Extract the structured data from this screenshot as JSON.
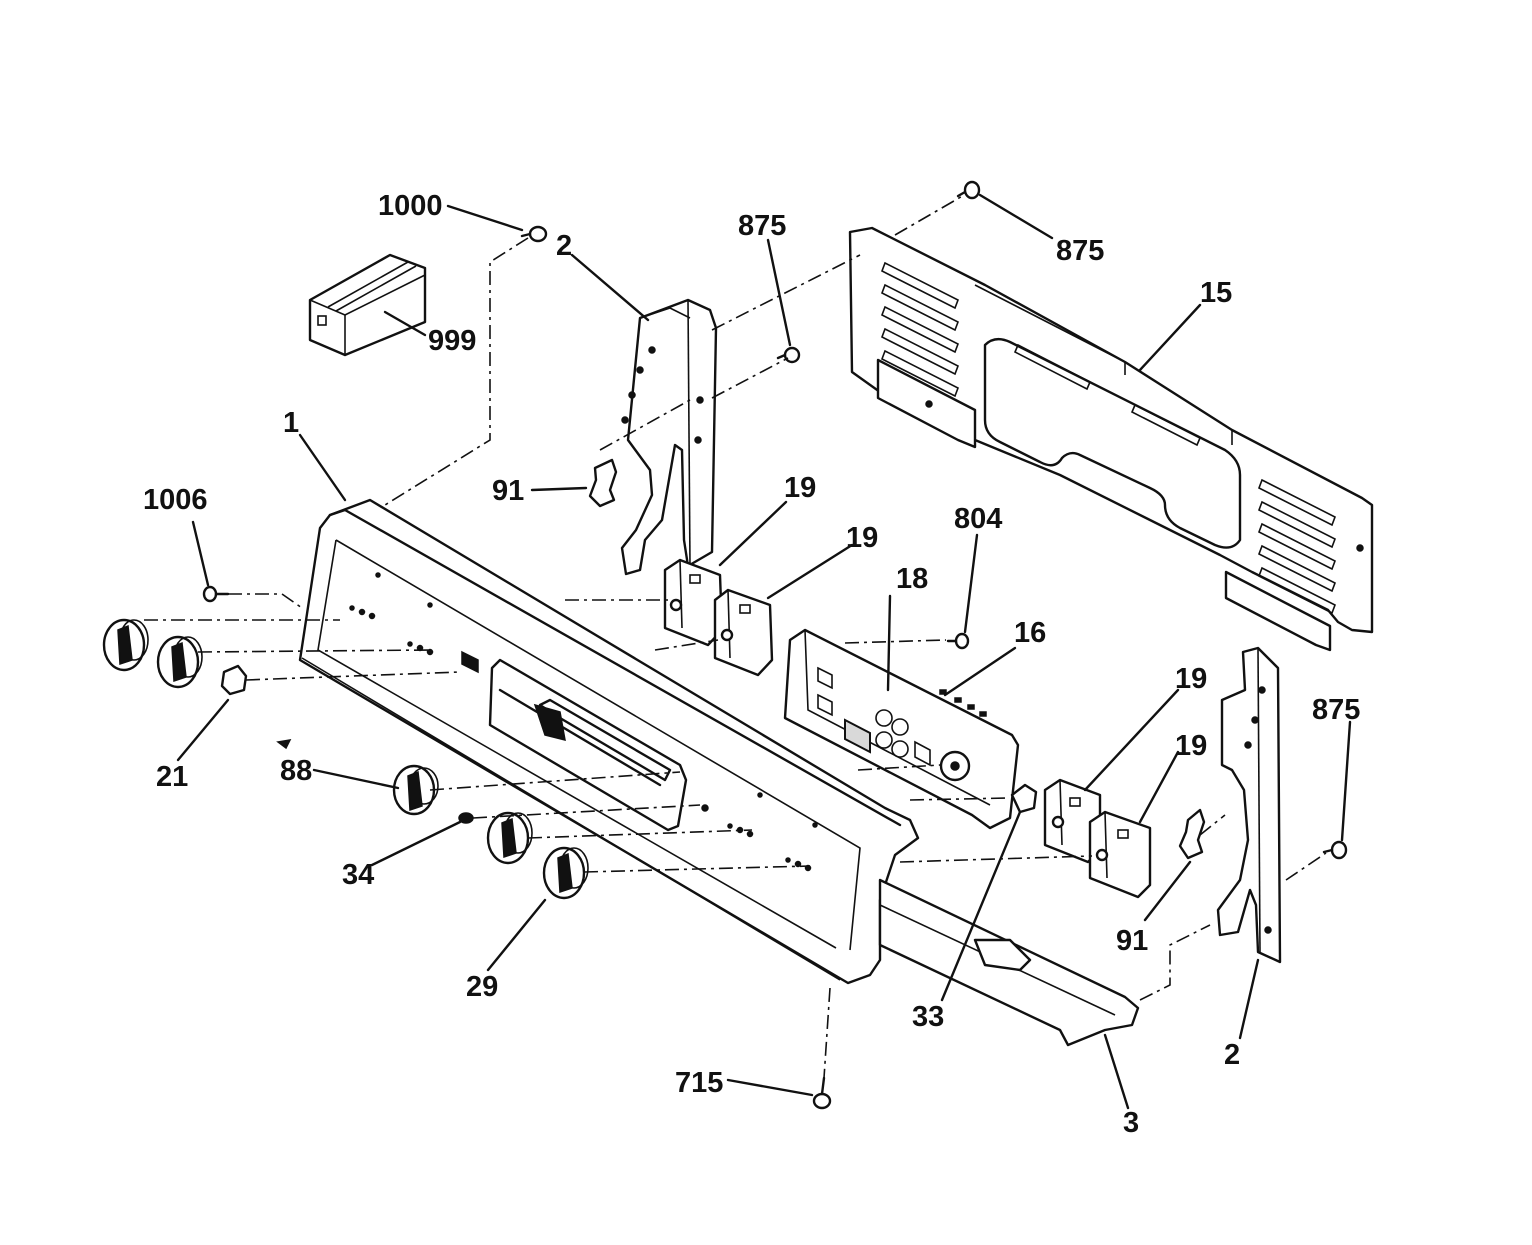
{
  "labels": {
    "l1000": "1000",
    "l999": "999",
    "l2_top": "2",
    "l875_a": "875",
    "l875_b": "875",
    "l15": "15",
    "l1": "1",
    "l1006": "1006",
    "l91_a": "91",
    "l19_a": "19",
    "l19_b": "19",
    "l804": "804",
    "l18": "18",
    "l16": "16",
    "l19_c": "19",
    "l19_d": "19",
    "l875_c": "875",
    "l21": "21",
    "l88": "88",
    "l34": "34",
    "l29": "29",
    "l33": "33",
    "l91_b": "91",
    "l2_bottom": "2",
    "l715": "715",
    "l3": "3"
  }
}
